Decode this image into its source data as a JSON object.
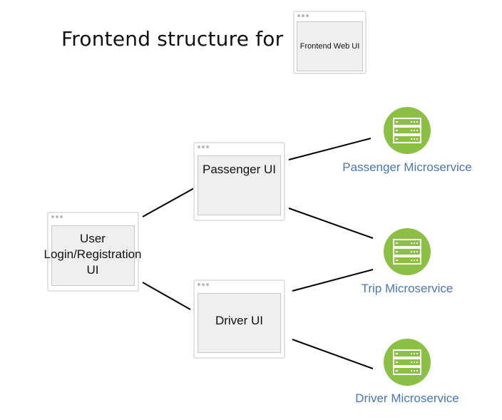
{
  "title": {
    "text": "Frontend structure for",
    "app_name": "Frontend Web UI"
  },
  "nodes": {
    "login": "User Login/Registration UI",
    "passenger_ui": "Passenger UI",
    "driver_ui": "Driver UI"
  },
  "services": {
    "passenger": "Passenger Microservice",
    "trip": "Trip Microservice",
    "driver": "Driver Microservice"
  },
  "icons": {
    "window": "browser-window-icon",
    "service": "server-rack-icon"
  },
  "colors": {
    "service_fill": "#8cc044",
    "service_label": "#4a76b5",
    "connector": "#000000",
    "window_border": "#e2e2e2",
    "window_inner": "#efefef"
  }
}
